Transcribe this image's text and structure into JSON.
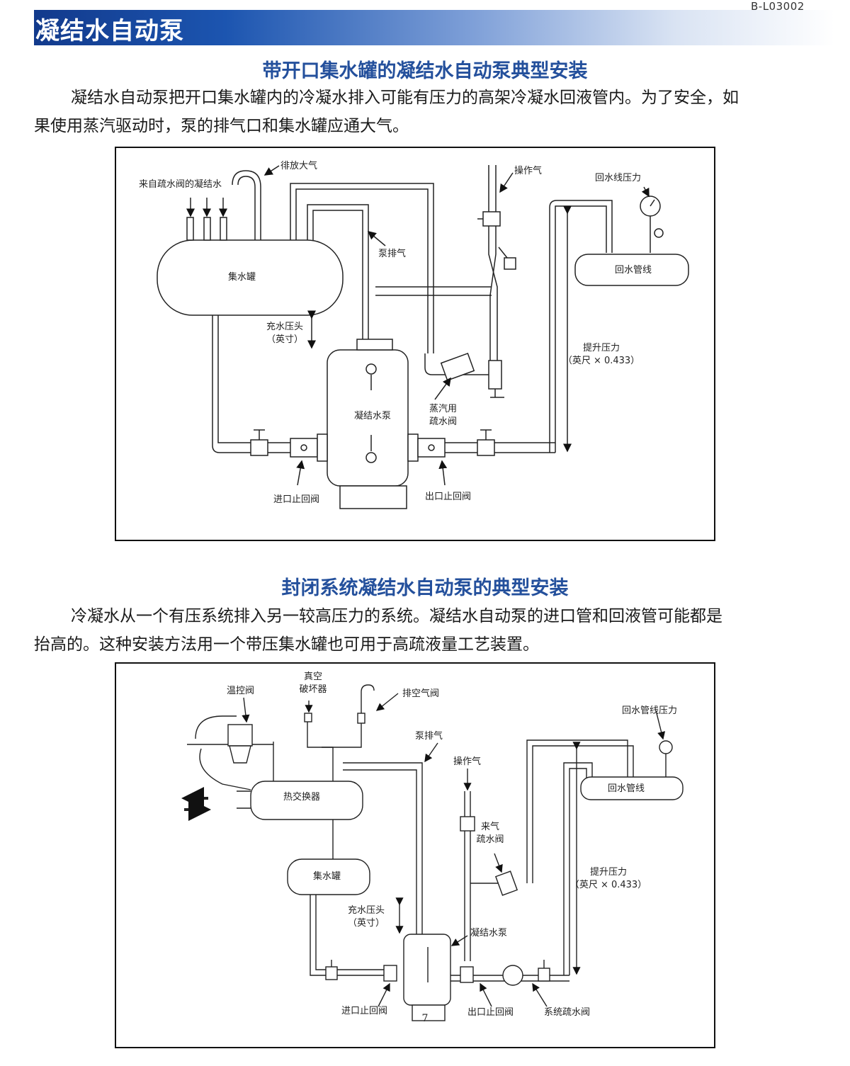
{
  "header": {
    "doc_code": "B-L03002",
    "title": "凝结水自动泵",
    "title_bar_colors": [
      "#123a8c",
      "#ffffff"
    ]
  },
  "section1": {
    "title": "带开口集水罐的凝结水自动泵典型安装",
    "paragraph_line1": "凝结水自动泵把开口集水罐内的冷凝水排入可能有压力的高架冷凝水回液管内。为了安全，如",
    "paragraph_line2": "果使用蒸汽驱动时，泵的排气口和集水罐应通大气。",
    "diagram": {
      "vent_atmosphere": "徘放大气",
      "from_trap": "来自疏水阀的凝结水",
      "tank": "集水罐",
      "pump_exhaust": "泵排气",
      "motive_gas": "操作气",
      "return_pressure": "回水线压力",
      "return_line": "回水管线",
      "fill_head_1": "充水压头",
      "fill_head_2": "（英寸）",
      "pump": "凝结水泵",
      "steam_trap_1": "蒸汽用",
      "steam_trap_2": "疏水阀",
      "lift_1": "提升压力",
      "lift_2": "（英尺 × 0.433）",
      "inlet_check": "进口止回阀",
      "outlet_check": "出口止回阀"
    }
  },
  "section2": {
    "title": "封闭系统凝结水自动泵的典型安装",
    "paragraph_line1": "冷凝水从一个有压系统排入另一较高压力的系统。凝结水自动泵的进口管和回液管可能都是",
    "paragraph_line2": "抬高的。这种安装方法用一个带压集水罐也可用于高疏液量工艺装置。",
    "diagram": {
      "temp_valve": "温控阀",
      "vacuum_1": "真空",
      "vacuum_2": "破坏器",
      "air_vent": "排空气阀",
      "pump_exhaust": "泵排气",
      "return_pressure": "回水管线压力",
      "motive_gas": "操作气",
      "return_line": "回水管线",
      "heat_exchanger": "热交换器",
      "from_trap_1": "来气",
      "from_trap_2": "疏水阀",
      "tank": "集水罐",
      "lift_1": "提升压力",
      "lift_2": "（英尺 × 0.433）",
      "fill_head_1": "充水压头",
      "fill_head_2": "（英寸）",
      "pump": "凝结水泵",
      "inlet_check": "进口止回阀",
      "outlet_check": "出口止回阀",
      "system_trap": "系统疏水阀"
    }
  },
  "footer": {
    "page_number": "7"
  }
}
